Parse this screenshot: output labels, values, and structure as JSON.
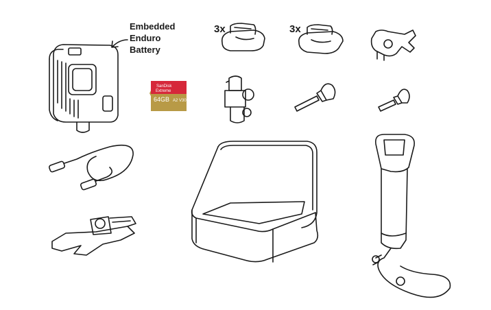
{
  "battery_label": {
    "line1": "Embedded",
    "line2": "Enduro",
    "line3": "Battery"
  },
  "flat_mount_qty": "3x",
  "curved_mount_qty": "3x",
  "sd_card": {
    "brand": "SanDisk",
    "line": "Extreme",
    "capacity": "64GB",
    "marks": "A2 V30",
    "red": "#d6283a",
    "gold": "#b89a46"
  }
}
